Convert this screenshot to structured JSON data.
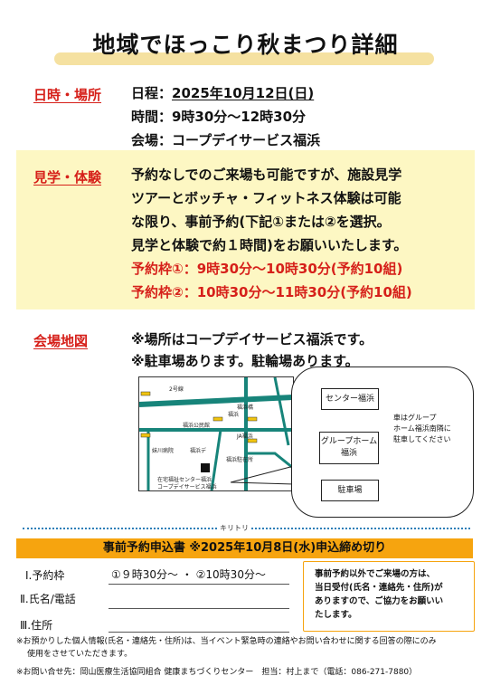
{
  "title": "地域でほっこり秋まつり詳細",
  "schedule": {
    "label": "日時・場所",
    "date_prefix": "日程：",
    "date_value": "2025年10月12日(日)",
    "time": "時間：9時30分～12時30分",
    "venue": "会場：コープデイサービス福浜"
  },
  "tour": {
    "label": "見学・体験",
    "lines": [
      "予約なしでのご来場も可能ですが、施設見学",
      "ツアーとボッチャ・フィットネス体験は可能",
      "な限り、事前予約(下記①または②を選択。",
      "見学と体験で約１時間)をお願いいたします。"
    ],
    "slot1": "予約枠①：9時30分～10時30分(予約10組)",
    "slot2": "予約枠②：10時30分～11時30分(予約10組)"
  },
  "map": {
    "label": "会場地図",
    "lines": [
      "※場所はコープデイサービス福浜です。",
      "※駐車場あります。駐輪場あります。"
    ],
    "map_labels": {
      "route2": "2号線",
      "fukuhama_park": "福浜公民館",
      "ja": "JA福浜",
      "fukuhama_ch": "福浜",
      "ekimae": "福浜デ",
      "chuzaisho": "福浜駐在所",
      "kawasaki": "妹川病院",
      "center1": "在宅福祉センター福浜",
      "center2": "コープデイサービス福浜",
      "bridge": "福浜橋"
    },
    "callout": {
      "center": "センター福浜",
      "group_home_1": "グループホーム",
      "group_home_2": "福浜",
      "parking": "駐車場",
      "note_lines": [
        "車はグループ",
        "ホーム福浜南隣に",
        "駐車してください"
      ]
    }
  },
  "cut_line": "キリトリ",
  "application": {
    "header": "事前予約申込書 ※2025年10月8日(水)申込締め切り",
    "slot_label": "Ⅰ.予約枠",
    "slot_options": "①９時30分～ ・ ②10時30分～",
    "name_label": "Ⅱ.氏名/電話",
    "address_label": "Ⅲ.住所",
    "note_lines": [
      "事前予約以外でご来場の方は、",
      "当日受付(氏名・連絡先・住所)が",
      "ありますので、ご協力をお願いい",
      "たします。"
    ]
  },
  "footer": {
    "privacy_1": "※お預かりした個人情報(氏名・連絡先・住所)は、当イベント緊急時の連絡やお問い合わせに関する回答の際にのみ",
    "privacy_2": "使用をさせていただきます。",
    "contact": "※お問い合せ先：岡山医療生活協同組合 健康まちづくりセンター　担当：村上まで（電話：086-271-7880）"
  },
  "colors": {
    "accent_red": "#d6201a",
    "highlight_yellow": "#fdf7c3",
    "bar_orange": "#f6a40f",
    "road_teal": "#17847a"
  }
}
